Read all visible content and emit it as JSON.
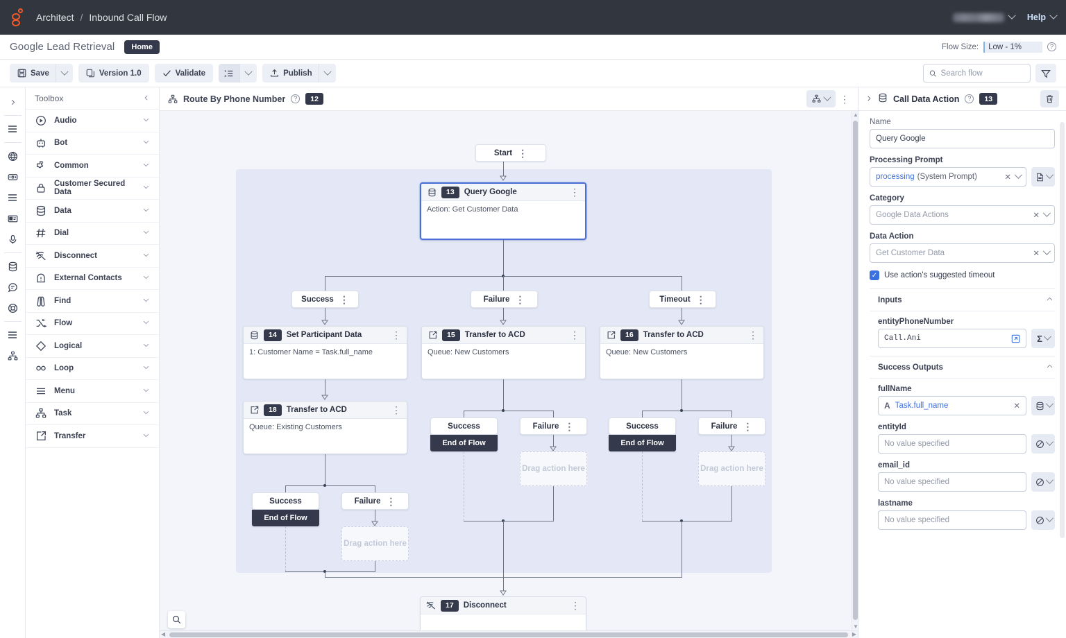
{
  "topbar": {
    "breadcrumb_app": "Architect",
    "breadcrumb_sep": "/",
    "breadcrumb_page": "Inbound Call Flow",
    "user_name": "",
    "help_label": "Help"
  },
  "subheader": {
    "flow_title": "Google Lead Retrieval",
    "home_pill": "Home",
    "flow_size_label": "Flow Size:",
    "flow_size_value": "Low - 1%"
  },
  "toolbar": {
    "save_label": "Save",
    "version_label": "Version 1.0",
    "validate_label": "Validate",
    "publish_label": "Publish",
    "search_placeholder": "Search flow",
    "search_value": ""
  },
  "toolbox": {
    "title": "Toolbox",
    "items": [
      {
        "label": "Audio",
        "icon": "play-circle-icon"
      },
      {
        "label": "Bot",
        "icon": "robot-icon"
      },
      {
        "label": "Common",
        "icon": "puzzle-icon"
      },
      {
        "label": "Customer Secured Data",
        "icon": "lock-icon"
      },
      {
        "label": "Data",
        "icon": "database-icon"
      },
      {
        "label": "Dial",
        "icon": "hash-icon"
      },
      {
        "label": "Disconnect",
        "icon": "disconnect-icon"
      },
      {
        "label": "External Contacts",
        "icon": "contacts-icon"
      },
      {
        "label": "Find",
        "icon": "binoculars-icon"
      },
      {
        "label": "Flow",
        "icon": "shuffle-icon"
      },
      {
        "label": "Logical",
        "icon": "diamond-icon"
      },
      {
        "label": "Loop",
        "icon": "infinity-icon"
      },
      {
        "label": "Menu",
        "icon": "menu-lines-icon"
      },
      {
        "label": "Task",
        "icon": "sitemap-icon"
      },
      {
        "label": "Transfer",
        "icon": "external-link-icon"
      }
    ]
  },
  "rail": {
    "items": [
      "expand-icon",
      "lines-icon",
      "globe-icon",
      "card-icon",
      "lines2-icon",
      "id-card-icon",
      "microphone-icon",
      "database-icon",
      "chat-icon",
      "lifebuoy-icon",
      "lines3-icon",
      "sitemap-icon"
    ]
  },
  "canvas_header": {
    "title": "Route By Phone Number",
    "badge": "12"
  },
  "flow": {
    "start_label": "Start",
    "drop_placeholder": "Drag action here",
    "end_of_flow": "End of Flow",
    "nodes": [
      {
        "id": "13",
        "title": "Query Google",
        "body": "Action: Get Customer Data",
        "icon": "database-icon",
        "selected": true
      },
      {
        "id": "14",
        "title": "Set Participant Data",
        "body": "1: Customer Name = Task.full_name",
        "icon": "database-icon",
        "selected": false
      },
      {
        "id": "15",
        "title": "Transfer to ACD",
        "body": "Queue: New Customers",
        "icon": "external-link-icon",
        "selected": false
      },
      {
        "id": "16",
        "title": "Transfer to ACD",
        "body": "Queue: New Customers",
        "icon": "external-link-icon",
        "selected": false
      },
      {
        "id": "18",
        "title": "Transfer to ACD",
        "body": "Queue: Existing Customers",
        "icon": "external-link-icon",
        "selected": false
      },
      {
        "id": "17",
        "title": "Disconnect",
        "body": "",
        "icon": "disconnect-icon",
        "selected": false
      }
    ],
    "branch_success": "Success",
    "branch_failure": "Failure",
    "branch_timeout": "Timeout"
  },
  "panel": {
    "title": "Call Data Action",
    "badge": "13",
    "name_label": "Name",
    "name_value": "Query Google",
    "prompt_label": "Processing Prompt",
    "prompt_value_link": "processing",
    "prompt_value_rest": "(System Prompt)",
    "category_label": "Category",
    "category_value": "Google Data Actions",
    "data_action_label": "Data Action",
    "data_action_value": "Get Customer Data",
    "checkbox_label": "Use action's suggested timeout",
    "inputs_section": "Inputs",
    "input_name": "entityPhoneNumber",
    "input_value": "Call.Ani",
    "outputs_section": "Success Outputs",
    "outputs": [
      {
        "label": "fullName",
        "value": "Task.full_name",
        "empty": false,
        "placeholder": ""
      },
      {
        "label": "entityId",
        "value": "",
        "empty": true,
        "placeholder": "No value specified"
      },
      {
        "label": "email_id",
        "value": "",
        "empty": true,
        "placeholder": "No value specified"
      },
      {
        "label": "lastname",
        "value": "",
        "empty": true,
        "placeholder": "No value specified"
      }
    ]
  },
  "colors": {
    "topbar_bg": "#32363e",
    "accent_orange": "#f15a29",
    "badge_dark": "#343a4b",
    "selected_border": "#4a6fd6",
    "scope_bg": "#e4e7f5",
    "link_blue": "#3a6fe0"
  }
}
